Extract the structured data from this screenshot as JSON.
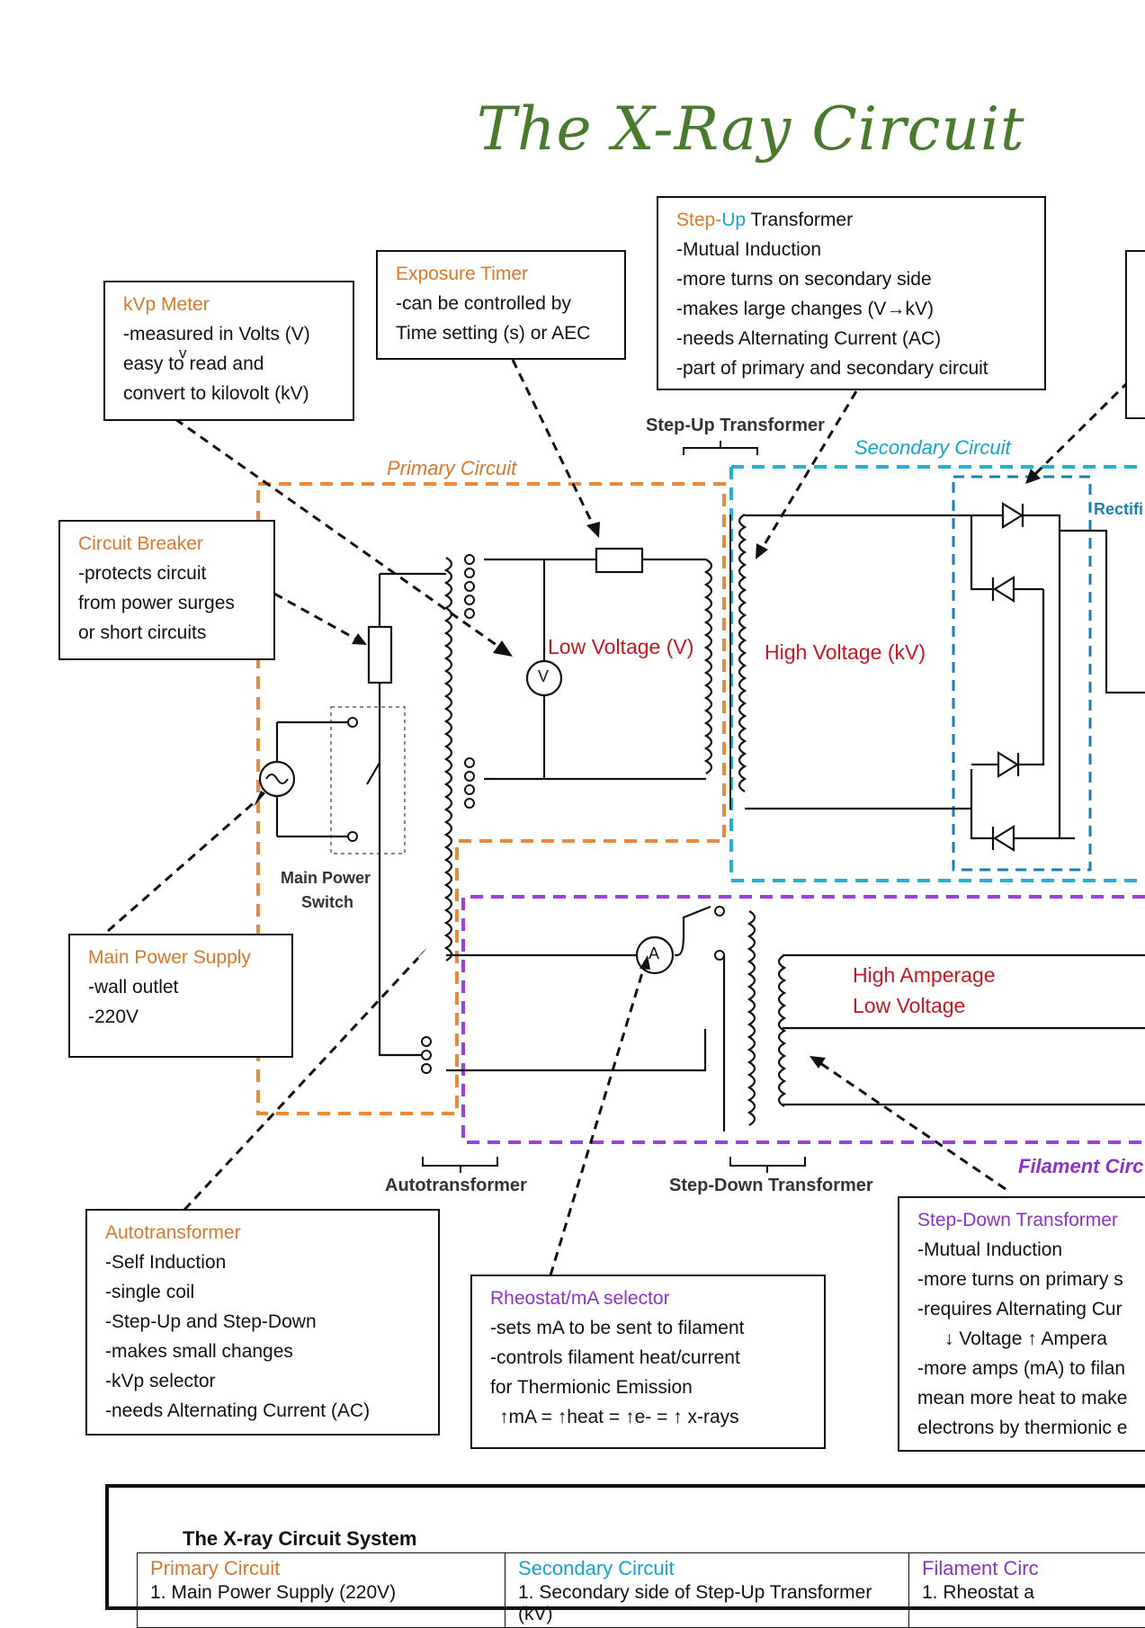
{
  "title": "The X-Ray Circuit",
  "boxes": {
    "kvp_meter": {
      "title": "kVp Meter",
      "lines": [
        "-measured in Volts (V)",
        "easy to read and",
        "convert to kilovolt (kV)"
      ],
      "stray": "v"
    },
    "exposure_timer": {
      "title": "Exposure Timer",
      "lines": [
        "-can be controlled by",
        "Time setting (s) or AEC"
      ]
    },
    "step_up": {
      "title_step": "Step",
      "title_dash": "-",
      "title_up": "Up",
      "title_rest": " Transformer",
      "lines": [
        "-Mutual Induction",
        "-more turns on secondary side",
        "-makes large changes (V→kV)",
        "-needs Alternating Current (AC)",
        "-part of primary and secondary circuit"
      ]
    },
    "circuit_breaker": {
      "title": "Circuit Breaker",
      "lines": [
        "-protects circuit",
        "from power surges",
        "or short circuits"
      ]
    },
    "main_power": {
      "title": "Main Power Supply",
      "lines": [
        "-wall outlet",
        "-220V"
      ]
    },
    "autotransformer": {
      "title": "Autotransformer",
      "lines": [
        "-Self Induction",
        "-single coil",
        "-Step-Up and Step-Down",
        "-makes small changes",
        "-kVp selector",
        "-needs Alternating Current (AC)"
      ]
    },
    "rheostat": {
      "title": "Rheostat/mA selector",
      "lines": [
        "-sets mA to be sent to filament",
        "-controls filament heat/current",
        "for Thermionic Emission",
        "↑mA = ↑heat = ↑e- = ↑ x-rays"
      ]
    },
    "step_down": {
      "title": "Step-Down Transformer",
      "lines": [
        "-Mutual Induction",
        "-more turns on primary s",
        "-requires Alternating Cur",
        "↓ Voltage ↑ Ampera",
        "-more amps (mA) to filan",
        "mean more heat to make",
        "electrons by thermionic e"
      ]
    }
  },
  "labels": {
    "step_up_transformer": "Step-Up Transformer",
    "primary_circuit": "Primary Circuit",
    "secondary_circuit": "Secondary Circuit",
    "filament_circuit": "Filament Circ",
    "rectifier": "Rectifi",
    "low_voltage": "Low Voltage (V)",
    "high_voltage": "High Voltage (kV)",
    "high_amperage": "High Amperage",
    "low_voltage2": "Low Voltage",
    "main_power_switch_1": "Main Power",
    "main_power_switch_2": "Switch",
    "autotransformer": "Autotransformer",
    "step_down_transformer": "Step-Down Transformer",
    "voltmeter": "V",
    "ammeter": "A"
  },
  "summary": {
    "title": "The X-ray Circuit System",
    "columns": [
      {
        "header": "Primary Circuit",
        "first": "1. Main Power Supply (220V)"
      },
      {
        "header": "Secondary Circuit",
        "first": "1. Secondary side of Step-Up Transformer (kV)"
      },
      {
        "header": "Filament Circ",
        "first": "1. Rheostat a"
      }
    ]
  },
  "colors": {
    "orange": "#d9782d",
    "blue": "#14a3cf",
    "purple": "#8a33c9",
    "red": "#c8171e",
    "green": "#4a7a2e"
  }
}
